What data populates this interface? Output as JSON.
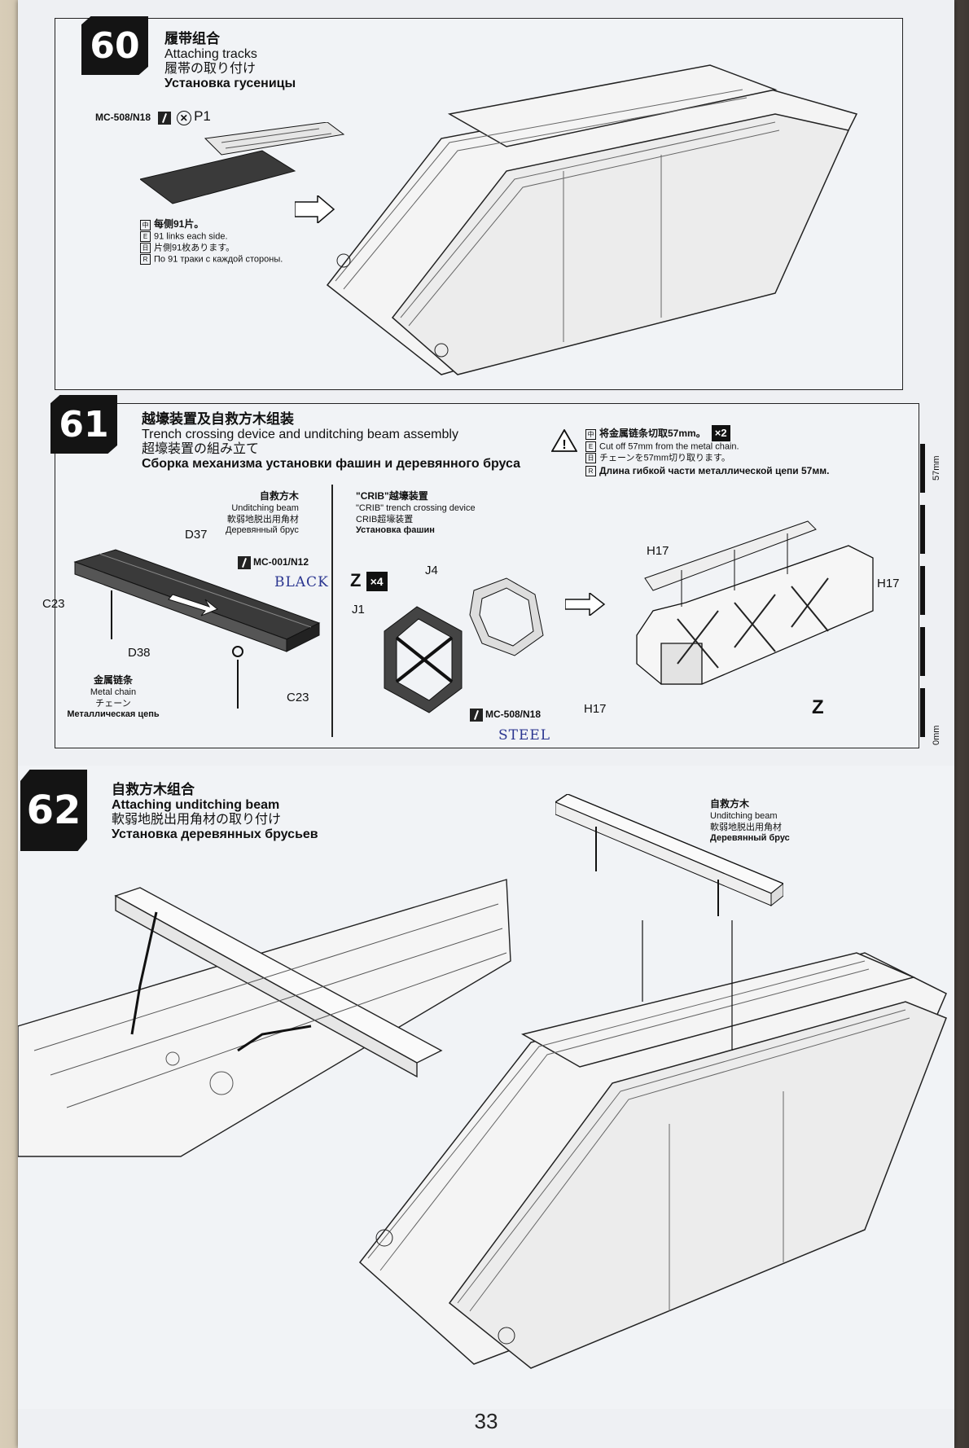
{
  "steps": [
    {
      "number": "60",
      "title_zh": "履带组合",
      "title_en": "Attaching tracks",
      "title_jp": "履帯の取り付け",
      "title_ru": "Установка гусеницы",
      "part_code": "MC-508/N18",
      "part_label": "P1",
      "note_zh": "每侧91片。",
      "note_en": "91 links each side.",
      "note_jp": "片側91枚あります。",
      "note_ru": "По 91 траки с каждой стороны."
    },
    {
      "number": "61",
      "title_zh": "越壕装置及自救方木组装",
      "title_en": "Trench crossing device and unditching beam assembly",
      "title_jp": "超壕装置の組み立て",
      "title_ru": "Сборка механизма установки фашин и деревянного бруса",
      "note_zh": "将金属链条切取57mm。",
      "note_multiplier": "×2",
      "note_en": "Cut off 57mm from the metal chain.",
      "note_jp": "チェーンを57mm切り取ります。",
      "note_ru": "Длина гибкой части металлической цепи 57мм.",
      "beam_zh": "自救方木",
      "beam_en": "Unditching beam",
      "beam_jp": "軟弱地脱出用角材",
      "beam_ru": "Деревянный брус",
      "crib_zh": "\"CRIB\"越壕装置",
      "crib_en": "\"CRIB\" trench crossing device",
      "crib_jp": "CRIB超壕装置",
      "crib_ru": "Установка фашин",
      "parts": {
        "d37": "D37",
        "d38": "D38",
        "c23": "C23",
        "j1": "J1",
        "j4": "J4",
        "h17": "H17",
        "z": "Z",
        "z_mult": "×4"
      },
      "paint_beam": "MC-001/N12",
      "paint_crib": "MC-508/N18",
      "chain_zh": "金属链条",
      "chain_en": "Metal chain",
      "chain_jp": "チェーン",
      "chain_ru": "Металлическая цепь",
      "handwritten_black": "BLACK",
      "handwritten_steel": "STEEL",
      "ruler_top": "57mm",
      "ruler_bottom": "0mm"
    },
    {
      "number": "62",
      "title_zh": "自救方木组合",
      "title_en": "Attaching unditching beam",
      "title_jp": "軟弱地脱出用角材の取り付け",
      "title_ru": "Установка деревянных брусьев",
      "beam_zh": "自救方木",
      "beam_en": "Unditching beam",
      "beam_jp": "軟弱地脱出用角材",
      "beam_ru": "Деревянный брус"
    }
  ],
  "page_number": "33",
  "icons": [
    "paint-brush-icon",
    "cross-circle-icon",
    "warning-icon",
    "arrow-right-icon"
  ]
}
